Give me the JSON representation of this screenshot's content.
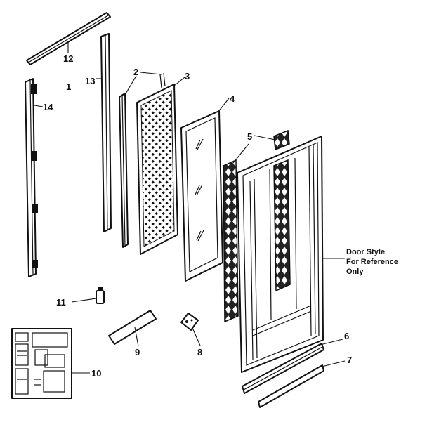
{
  "parts": [
    {
      "id": "1",
      "label": "1"
    },
    {
      "id": "2",
      "label": "2"
    },
    {
      "id": "3",
      "label": "3"
    },
    {
      "id": "4",
      "label": "4"
    },
    {
      "id": "5",
      "label": "5"
    },
    {
      "id": "6",
      "label": "6"
    },
    {
      "id": "7",
      "label": "7"
    },
    {
      "id": "8",
      "label": "8"
    },
    {
      "id": "9",
      "label": "9"
    },
    {
      "id": "10",
      "label": "10"
    },
    {
      "id": "11",
      "label": "11"
    },
    {
      "id": "12",
      "label": "12"
    },
    {
      "id": "13",
      "label": "13"
    },
    {
      "id": "14",
      "label": "14"
    }
  ],
  "reference_note": {
    "line1": "Door Style",
    "line2": "For Reference",
    "line3": "Only"
  }
}
